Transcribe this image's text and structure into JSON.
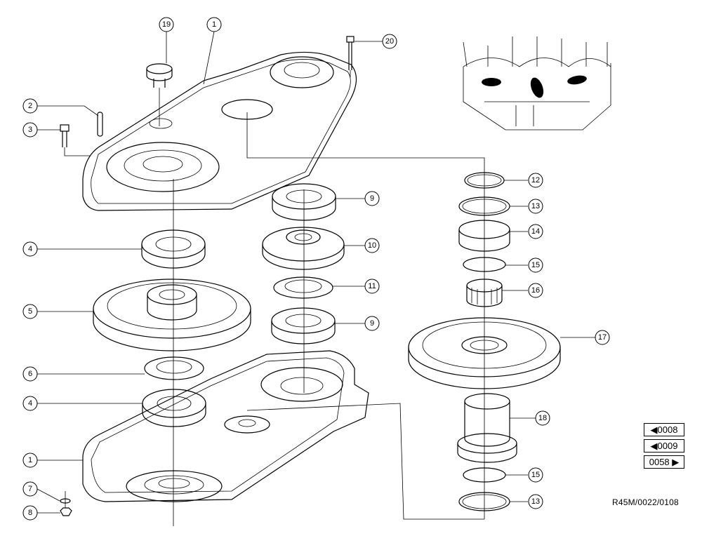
{
  "callouts": {
    "c1a": "1",
    "c1b": "1",
    "c2": "2",
    "c3": "3",
    "c4a": "4",
    "c4b": "4",
    "c5": "5",
    "c6": "6",
    "c7": "7",
    "c8": "8",
    "c9a": "9",
    "c9b": "9",
    "c10": "10",
    "c11": "11",
    "c12": "12",
    "c13a": "13",
    "c13b": "13",
    "c14": "14",
    "c15a": "15",
    "c15b": "15",
    "c16": "16",
    "c17": "17",
    "c18": "18",
    "c19": "19",
    "c20": "20"
  },
  "nav": {
    "prev1_label": "◀0008",
    "prev2_label": "◀0009",
    "next_label": "0058 ▶"
  },
  "reference_code": "R45M/0022/0108"
}
